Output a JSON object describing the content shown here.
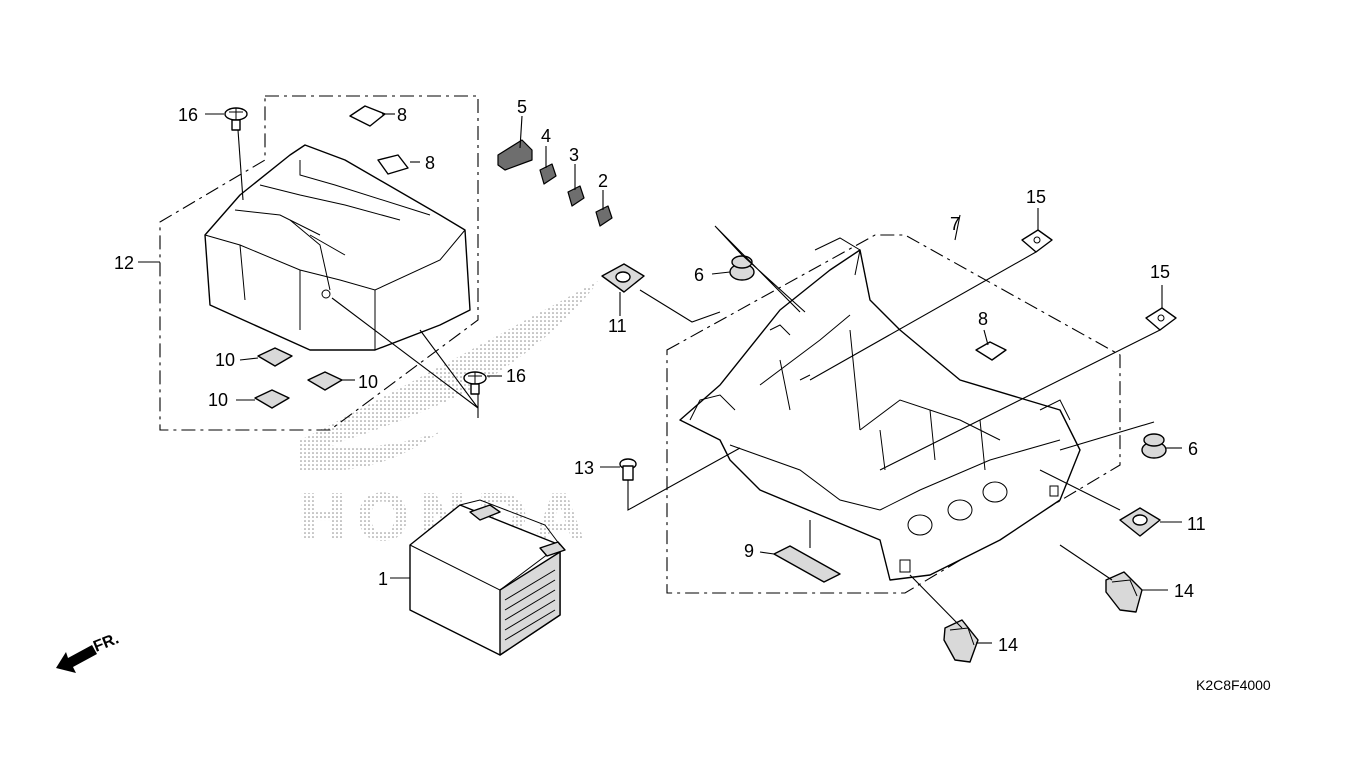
{
  "diagram": {
    "drawing_code": "K2C8F4000",
    "watermark_text": "HONDA",
    "front_arrow_label": "FR.",
    "callouts": [
      {
        "id": "c1",
        "label": "1"
      },
      {
        "id": "c2",
        "label": "2"
      },
      {
        "id": "c3",
        "label": "3"
      },
      {
        "id": "c4",
        "label": "4"
      },
      {
        "id": "c5",
        "label": "5"
      },
      {
        "id": "c6a",
        "label": "6"
      },
      {
        "id": "c6b",
        "label": "6"
      },
      {
        "id": "c7",
        "label": "7"
      },
      {
        "id": "c8a",
        "label": "8"
      },
      {
        "id": "c8b",
        "label": "8"
      },
      {
        "id": "c8c",
        "label": "8"
      },
      {
        "id": "c9",
        "label": "9"
      },
      {
        "id": "c10a",
        "label": "10"
      },
      {
        "id": "c10b",
        "label": "10"
      },
      {
        "id": "c10c",
        "label": "10"
      },
      {
        "id": "c11a",
        "label": "11"
      },
      {
        "id": "c11b",
        "label": "11"
      },
      {
        "id": "c12",
        "label": "12"
      },
      {
        "id": "c13",
        "label": "13"
      },
      {
        "id": "c14a",
        "label": "14"
      },
      {
        "id": "c14b",
        "label": "14"
      },
      {
        "id": "c15a",
        "label": "15"
      },
      {
        "id": "c15b",
        "label": "15"
      },
      {
        "id": "c16a",
        "label": "16"
      },
      {
        "id": "c16b",
        "label": "16"
      }
    ]
  }
}
